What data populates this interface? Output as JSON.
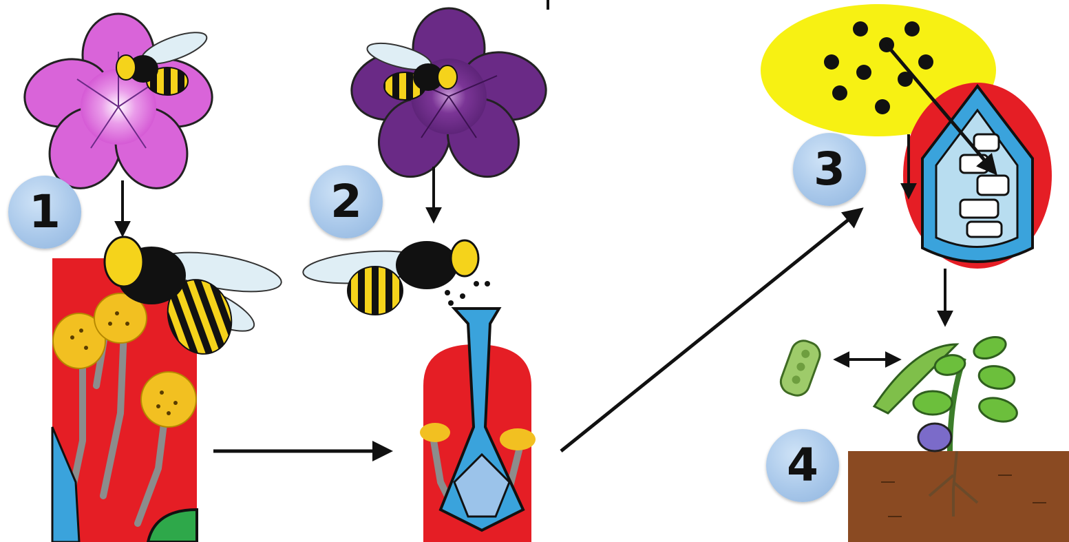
{
  "steps": [
    {
      "number": "1"
    },
    {
      "number": "2"
    },
    {
      "number": "3"
    },
    {
      "number": "4"
    }
  ],
  "colors": {
    "petal_pink": "#d964d9",
    "petal_purple": "#6a2a86",
    "anther_yellow": "#f2c021",
    "flesh_red": "#e51e25",
    "style_blue": "#3aa3dc",
    "pollen_bg": "#f7f113",
    "soil_brown": "#8a4a22",
    "leaf_green": "#6cbf3c",
    "badge_blue": "#a9c8ea"
  },
  "icons": [
    "bee-icon",
    "flower-icon",
    "pollen-grain-icon",
    "ovule-icon",
    "seed-pod-icon",
    "seedling-icon"
  ]
}
